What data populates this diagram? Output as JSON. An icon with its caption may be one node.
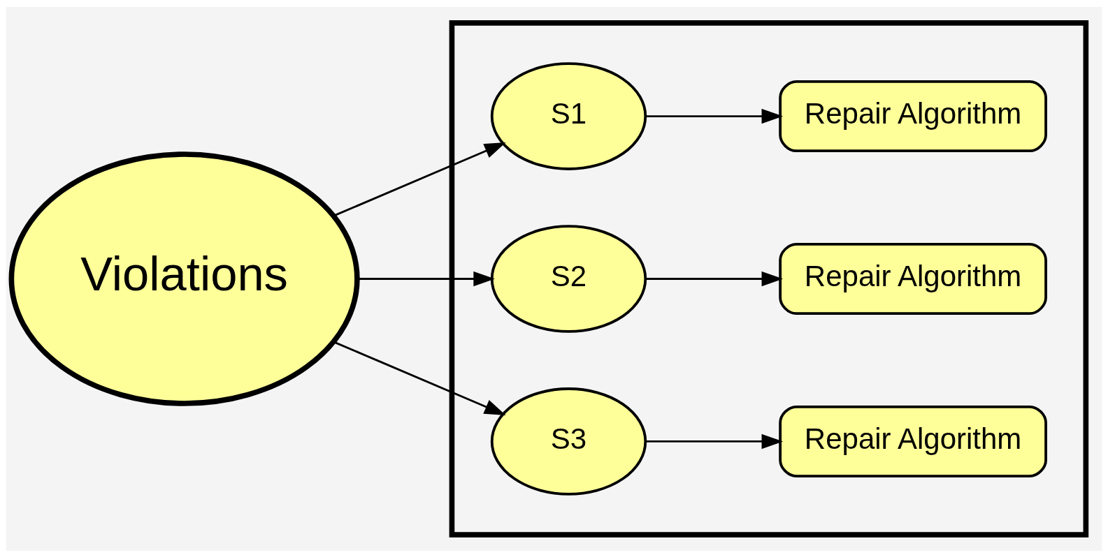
{
  "diagram": {
    "nodes": [
      {
        "text": [
          "Violations"
        ]
      },
      {
        "text": [],
        "shape": "box"
      },
      {
        "text": [
          "S1"
        ],
        "in": 1
      },
      {
        "text": [
          "Repair Algorithm"
        ],
        "in": 1
      },
      {
        "text": [
          "S2"
        ],
        "in": 1
      },
      {
        "text": [
          "Repair Algorithm"
        ],
        "in": 1
      },
      {
        "text": [
          "S3"
        ],
        "in": 1
      },
      {
        "text": [
          "Repair Algorithm"
        ],
        "in": 1
      }
    ],
    "edges": [
      {
        "from": 0,
        "to": 2,
        "arrow": "to"
      },
      {
        "from": 0,
        "to": 4,
        "arrow": "to"
      },
      {
        "from": 0,
        "to": 6,
        "arrow": "to"
      },
      {
        "from": 2,
        "to": 3,
        "arrow": "to"
      },
      {
        "from": 4,
        "to": 5,
        "arrow": "to"
      },
      {
        "from": 6,
        "to": 7,
        "arrow": "to"
      }
    ]
  }
}
